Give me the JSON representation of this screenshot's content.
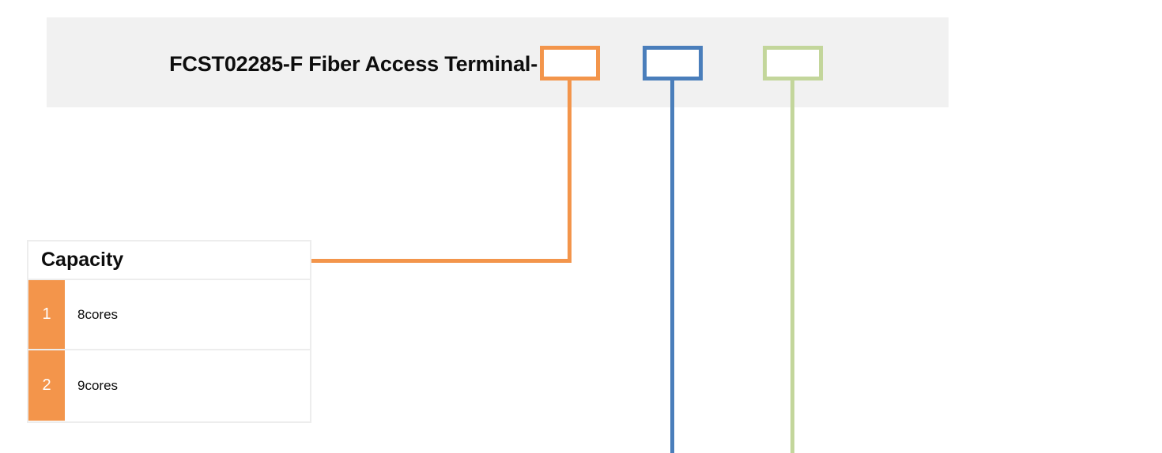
{
  "header": {
    "title": "FCST02285-F Fiber Access Terminal-",
    "background_color": "#f1f1f1"
  },
  "code_boxes": [
    {
      "name": "capacity-slot",
      "value": "",
      "border_color": "#F3954B"
    },
    {
      "name": "second-slot",
      "value": "",
      "border_color": "#4A7EBB"
    },
    {
      "name": "third-slot",
      "value": "",
      "border_color": "#C3D69B"
    }
  ],
  "legend_table": {
    "title": "Capacity",
    "accent_color": "#F3954B",
    "rows": [
      {
        "index": "1",
        "value": "8cores"
      },
      {
        "index": "2",
        "value": "9cores"
      }
    ]
  }
}
